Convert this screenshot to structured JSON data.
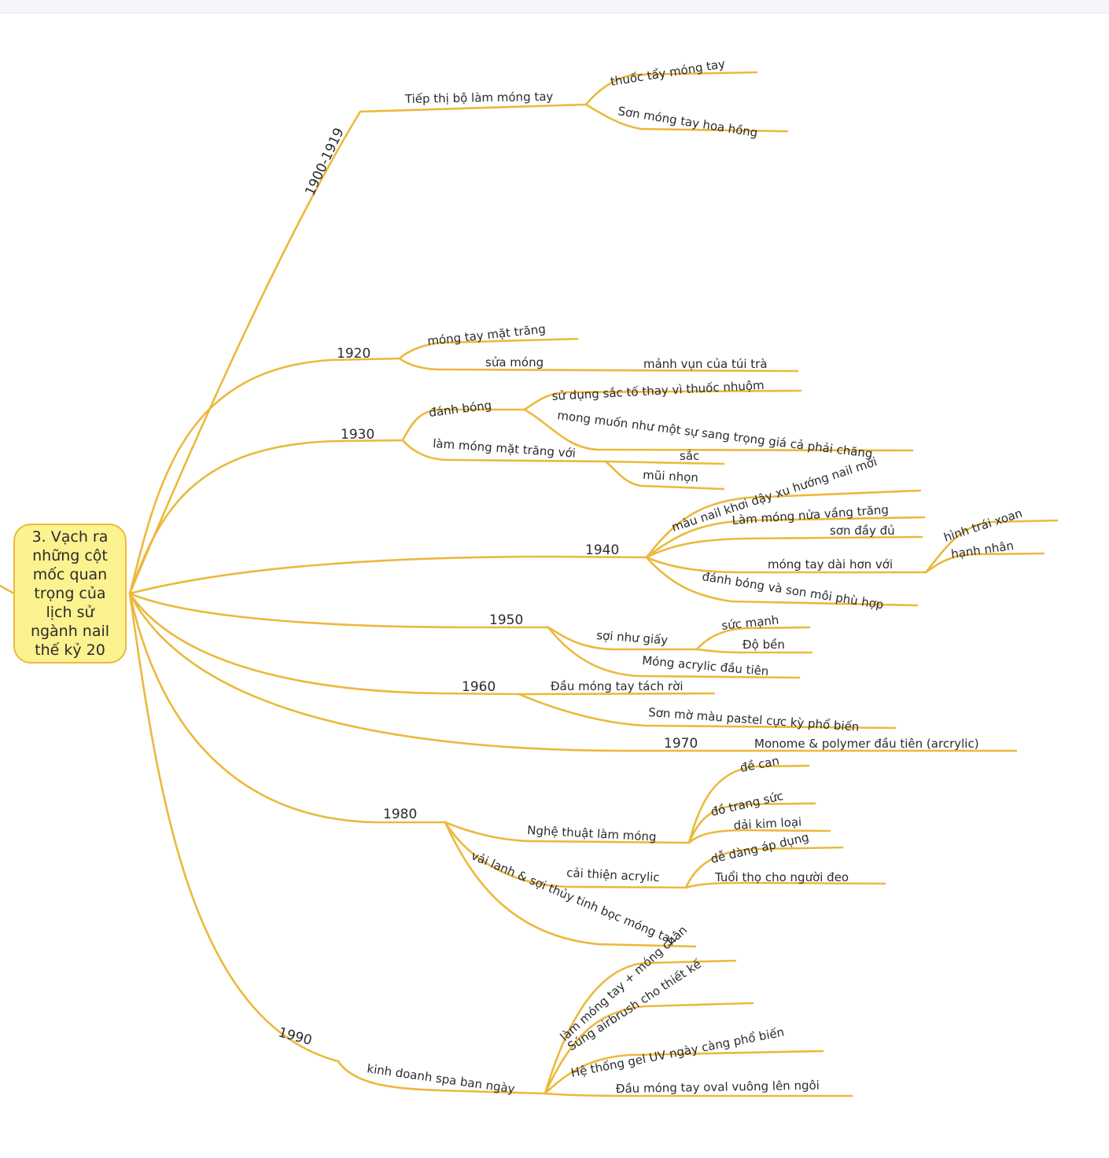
{
  "root": {
    "label": "3. Vạch ra những cột mốc quan trọng của lịch sử ngành nail thế kỷ 20"
  },
  "colors": {
    "branch": "#ebb93c",
    "root_fill": "#fcf290",
    "text": "#2b2b2b"
  },
  "branches": [
    {
      "year": "1900-1919",
      "children": [
        {
          "label": "Tiếp thị bộ làm móng tay",
          "children": [
            "thuốc tẩy móng tay",
            "Sơn móng tay hoa hồng"
          ]
        }
      ]
    },
    {
      "year": "1920",
      "children": [
        {
          "label": "móng tay mặt trăng"
        },
        {
          "label": "sửa móng",
          "children": [
            "mảnh vụn của túi trà"
          ]
        }
      ]
    },
    {
      "year": "1930",
      "children": [
        {
          "label": "đánh bóng",
          "children": [
            "sử dụng sắc tố thay vì thuốc nhuộm",
            "mong muốn như một sự sang trọng giá cả phải chăng"
          ]
        },
        {
          "label": "làm móng mặt trăng với",
          "children": [
            "sắc",
            "mũi nhọn"
          ]
        }
      ]
    },
    {
      "year": "1940",
      "children": [
        {
          "label": "màu nail khơi dậy xu hướng nail mới"
        },
        {
          "label": "Làm móng nửa vầng trăng"
        },
        {
          "label": "sơn đầy đủ"
        },
        {
          "label": "móng tay dài hơn với",
          "children": [
            "hình trái xoan",
            "hạnh nhân"
          ]
        },
        {
          "label": "đánh bóng và son môi phù hợp"
        }
      ]
    },
    {
      "year": "1950",
      "children": [
        {
          "label": "sợi như giấy",
          "children": [
            "sức mạnh",
            "Độ bền"
          ]
        },
        {
          "label": "Móng acrylic đầu tiên"
        }
      ]
    },
    {
      "year": "1960",
      "children": [
        {
          "label": "Đầu móng tay tách rời"
        },
        {
          "label": "Sơn mờ màu pastel cực kỳ phổ biến"
        }
      ]
    },
    {
      "year": "1970",
      "children": [
        {
          "label": "Monome & polymer đầu tiên (arcrylic)"
        }
      ]
    },
    {
      "year": "1980",
      "children": [
        {
          "label": "Nghệ thuật làm móng",
          "children": [
            "đề can",
            "đồ trang sức",
            "dải kim loại"
          ]
        },
        {
          "label": "cải thiện acrylic",
          "children": [
            "dễ dàng áp dụng",
            "Tuổi thọ cho người đeo"
          ]
        },
        {
          "label": "vải lanh & sợi thủy tinh bọc móng tay"
        }
      ]
    },
    {
      "year": "1990",
      "children": [
        {
          "label": "kinh doanh spa ban ngày",
          "children": [
            "làm móng tay + móng chân",
            "Súng airbrush cho thiết kế",
            "Hệ thống gel UV ngày càng phổ biến",
            "Đầu móng tay oval vuông lên ngôi"
          ]
        }
      ]
    }
  ]
}
